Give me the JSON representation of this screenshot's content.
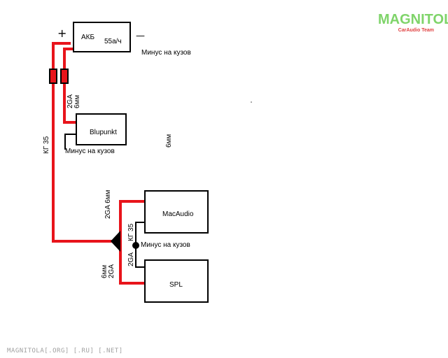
{
  "logo": {
    "main": "MAGNITOLA",
    "sub": "CarAudio Team"
  },
  "battery": {
    "label": "АКБ",
    "capacity": "55а/ч",
    "plus": "+",
    "minus": "—"
  },
  "labels": {
    "minus_body_top": "Минус на кузов",
    "cable_2ga_6mm_top": "2GA\n6мм",
    "kg35_main": "КГ 35",
    "minus_body_blupunkt": "Минус на кузов",
    "float_6mm": "6мм",
    "cable_2ga_6mm_mac": "2GA 6мм",
    "kg35_ground": "КГ 35",
    "minus_body_amps": "Минус на кузов",
    "cable_2ga_ground": "2GA",
    "cable_6mm_2ga_spl": "6мм\n2GA"
  },
  "devices": {
    "blupunkt": "Blupunkt",
    "macaudio": "MacAudio",
    "spl": "SPL"
  },
  "footer": "MAGNITOLA[.ORG] [.RU] [.NET]",
  "colors": {
    "power": "#e8141b",
    "ground": "#000000",
    "logo_green": "#7fd46a",
    "logo_red": "#e04040",
    "footer": "#a0a0a0"
  }
}
